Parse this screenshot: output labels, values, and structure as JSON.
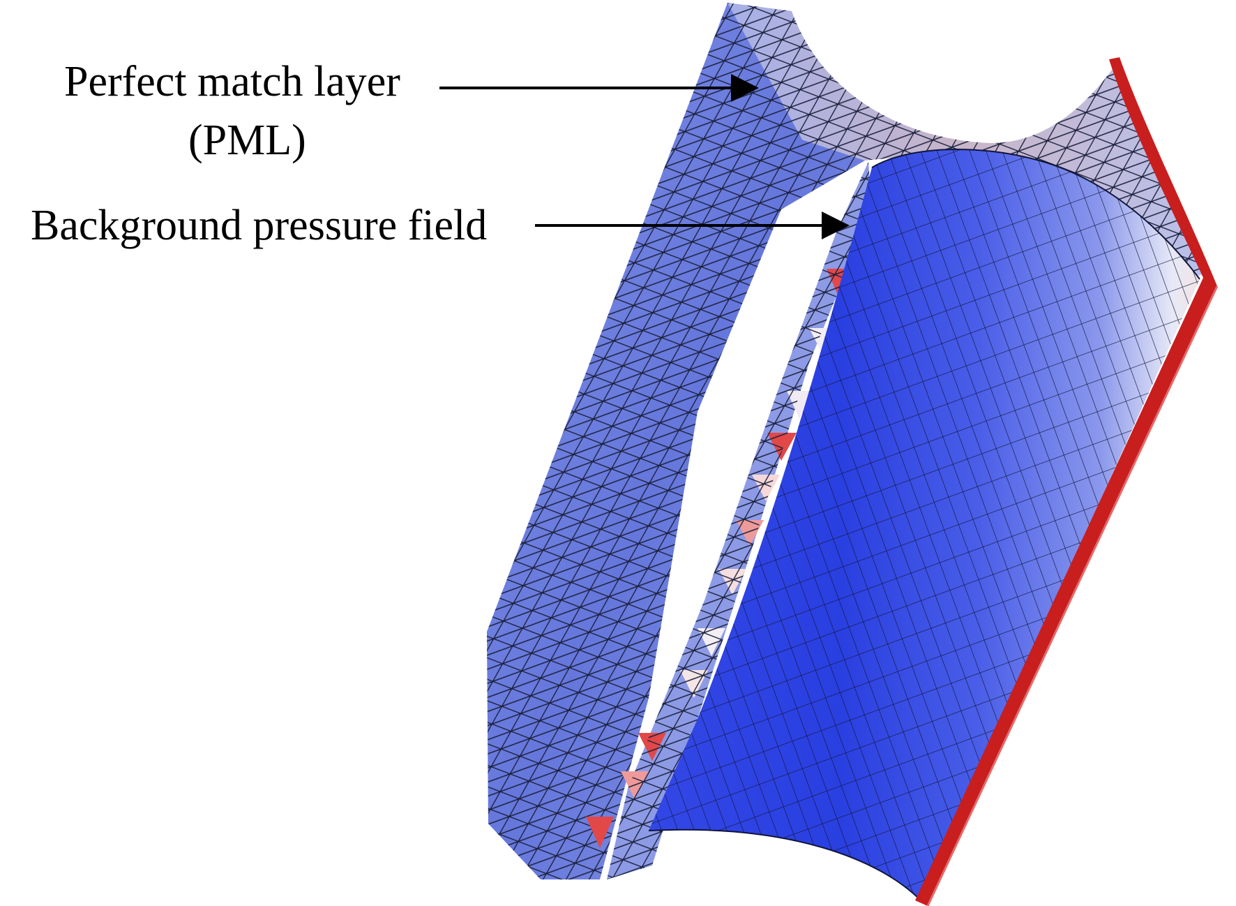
{
  "labels": {
    "pml_line1": "Perfect match layer",
    "pml_line2": "(PML)",
    "background": "Background pressure field"
  },
  "colors": {
    "mesh_blue": "#5b6fd6",
    "mesh_deep_blue": "#2a3fe0",
    "mesh_light": "#c9d0f4",
    "mesh_red": "#e24848",
    "edge_red": "#c81e1e",
    "mesh_lines": "#1a1f3a",
    "arrow": "#000000"
  },
  "icons": {
    "pml_arrow": "arrow-right-icon",
    "background_arrow": "arrow-right-icon"
  }
}
